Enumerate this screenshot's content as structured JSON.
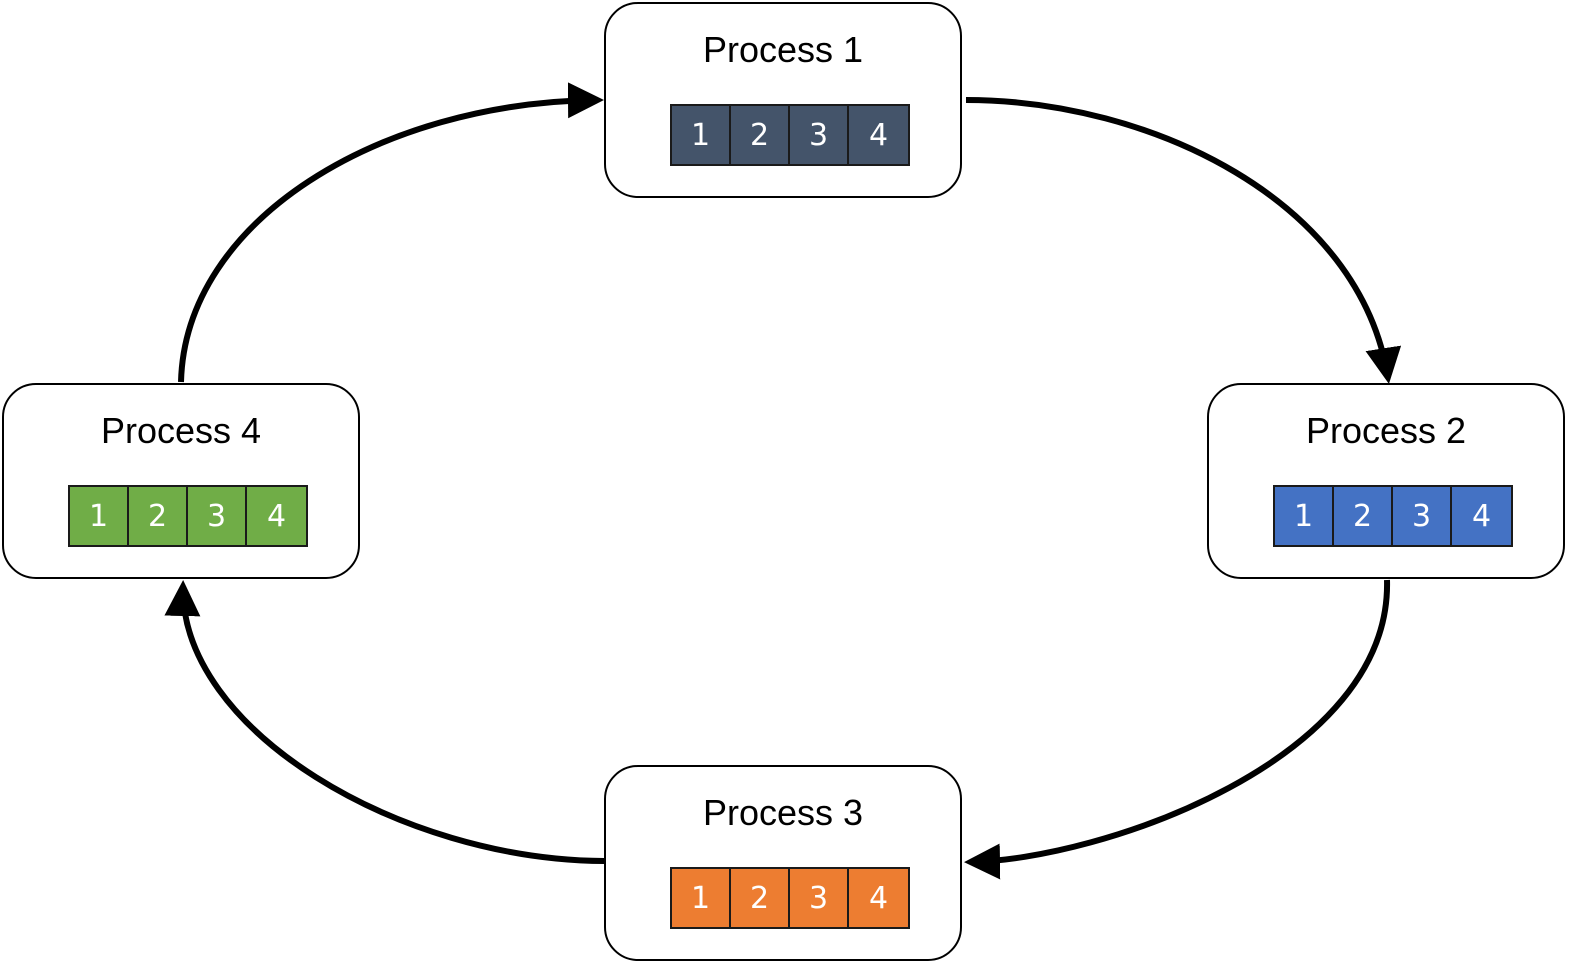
{
  "processes": [
    {
      "title": "Process 1",
      "cells": [
        "1",
        "2",
        "3",
        "4"
      ],
      "color": "#44546a"
    },
    {
      "title": "Process 2",
      "cells": [
        "1",
        "2",
        "3",
        "4"
      ],
      "color": "#4472c4"
    },
    {
      "title": "Process 3",
      "cells": [
        "1",
        "2",
        "3",
        "4"
      ],
      "color": "#ed7d31"
    },
    {
      "title": "Process 4",
      "cells": [
        "1",
        "2",
        "3",
        "4"
      ],
      "color": "#70ad47"
    }
  ],
  "edges": [
    {
      "from": "Process 1",
      "to": "Process 2"
    },
    {
      "from": "Process 2",
      "to": "Process 3"
    },
    {
      "from": "Process 3",
      "to": "Process 4"
    },
    {
      "from": "Process 4",
      "to": "Process 1"
    }
  ]
}
